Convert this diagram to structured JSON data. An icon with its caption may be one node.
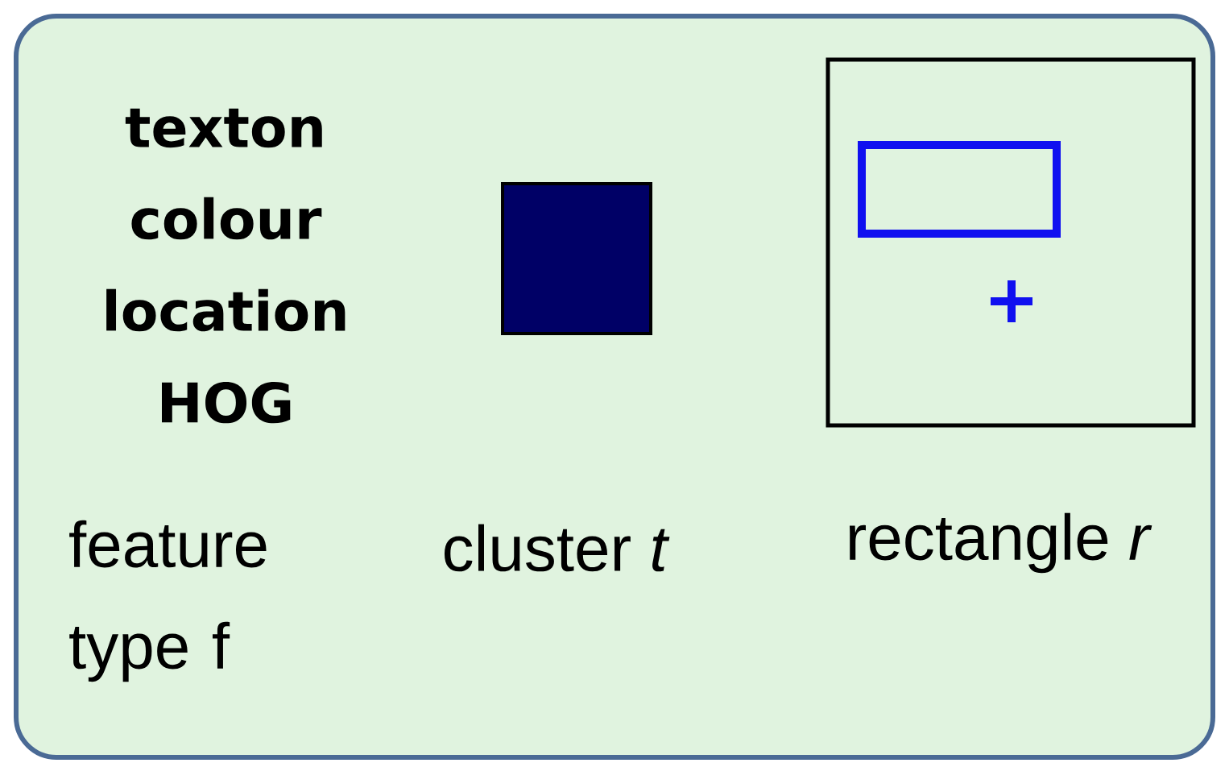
{
  "diagram": {
    "labels": [
      "texton colour location HOG",
      "feature type f",
      "cluster *t*",
      "rectangle *r*"
    ]
  }
}
